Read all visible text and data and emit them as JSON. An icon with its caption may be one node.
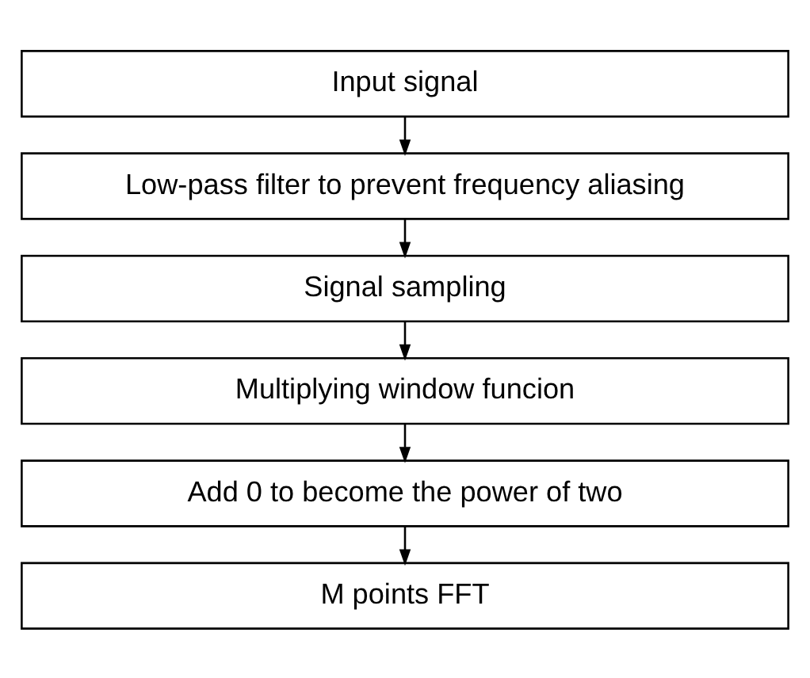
{
  "diagram": {
    "nodes": [
      {
        "text": [
          "Input signal"
        ]
      },
      {
        "text": [
          "Low-pass filter to prevent frequency aliasing"
        ]
      },
      {
        "text": [
          "Signal sampling"
        ]
      },
      {
        "text": [
          "Multiplying window funcion"
        ]
      },
      {
        "text": [
          "Add 0 to become the power of two"
        ]
      },
      {
        "text": [
          "M points FFT"
        ]
      }
    ],
    "edges": [
      {
        "from": 0,
        "to": 1,
        "arrow": "to"
      },
      {
        "from": 1,
        "to": 2,
        "arrow": "to"
      },
      {
        "from": 2,
        "to": 3,
        "arrow": "to"
      },
      {
        "from": 3,
        "to": 4,
        "arrow": "to"
      },
      {
        "from": 4,
        "to": 5,
        "arrow": "to"
      }
    ]
  }
}
